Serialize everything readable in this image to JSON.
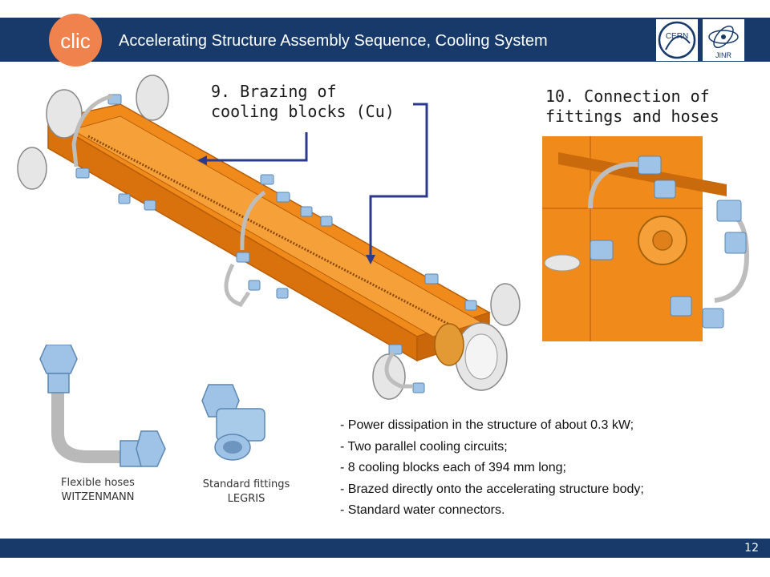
{
  "header": {
    "title": "Accelerating Structure Assembly Sequence, Cooling System",
    "logos": [
      "clic-logo",
      "cern-logo",
      "jinr-logo"
    ],
    "clic_text": "clic",
    "cern_text": "CERN",
    "jinr_text": "JINR",
    "bar_color": "#173a6b"
  },
  "steps": {
    "step9": [
      "9. Brazing of",
      "cooling blocks (Cu)"
    ],
    "step10": [
      "10. Connection of",
      "fittings and hoses"
    ]
  },
  "captions": {
    "hoses": [
      "Flexible hoses",
      "WITZENMANN"
    ],
    "fittings": [
      "Standard fittings",
      "LEGRIS"
    ]
  },
  "bullets": [
    "- Power dissipation in the structure of about 0.3 kW;",
    "- Two parallel cooling circuits;",
    "- 8 cooling blocks each of 394 mm long;",
    "- Brazed directly onto the accelerating structure body;",
    "- Standard water connectors."
  ],
  "footer": {
    "page_number": "12"
  },
  "colors": {
    "structure_orange": "#f08a1a",
    "fitting_blue": "#9ec3e6",
    "arrow_navy": "#2b3a8c",
    "flange_grey": "#e6e6e6"
  }
}
